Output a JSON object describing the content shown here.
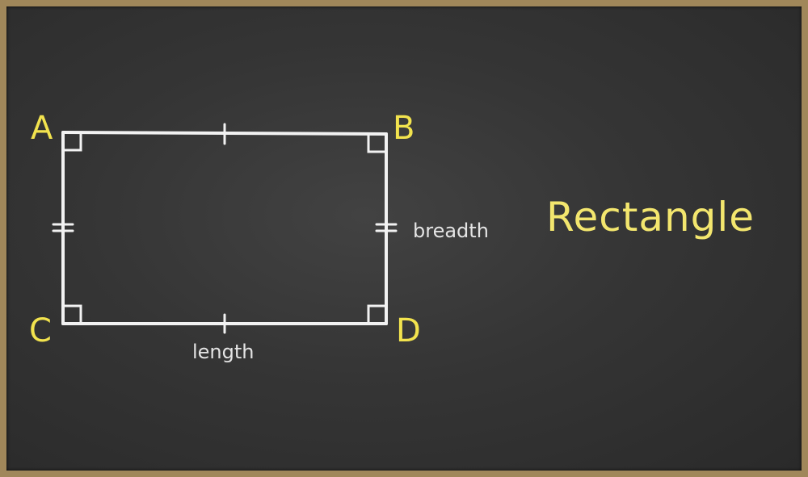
{
  "vertices": {
    "a": "A",
    "b": "B",
    "c": "C",
    "d": "D"
  },
  "labels": {
    "length": "length",
    "breadth": "breadth"
  },
  "title": "Rectangle",
  "colors": {
    "chalk": "#f2f2f2",
    "vertex": "#f2e34e",
    "title": "#f3e66e",
    "frame": "#a0875a",
    "board": "#353535"
  }
}
